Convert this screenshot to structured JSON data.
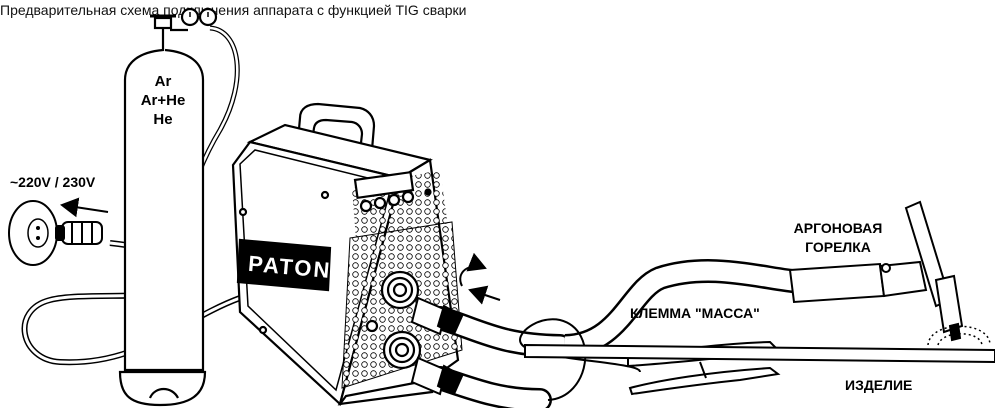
{
  "caption": "Предварительная схема подключения аппарата с функцией TIG сварки",
  "labels": {
    "gas_line1": "Ar",
    "gas_line2": "Ar+He",
    "gas_line3": "He",
    "voltage": "~220V / 230V",
    "brand": "PATON",
    "torch_line1": "АРГОНОВАЯ",
    "torch_line2": "ГОРЕЛКА",
    "clamp": "КЛЕММА \"МАССА\"",
    "workpiece": "ИЗДЕЛИЕ"
  },
  "icons": {
    "gas_cylinder": "gas-cylinder-icon",
    "welder": "welding-machine-icon",
    "torch": "tig-torch-icon",
    "clamp": "ground-clamp-icon",
    "socket": "power-socket-icon",
    "plug": "power-plug-icon"
  }
}
